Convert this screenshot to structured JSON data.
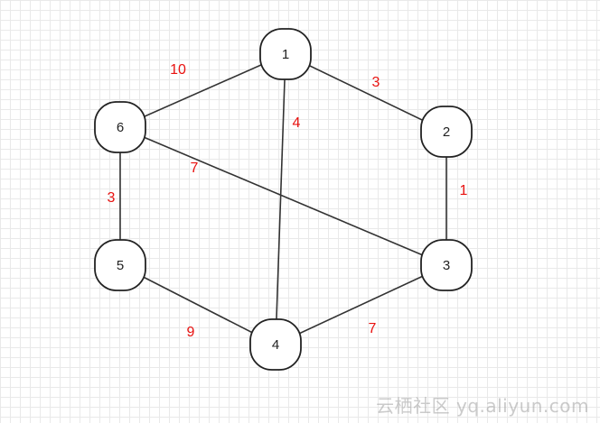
{
  "graph": {
    "nodes": [
      {
        "id": "1",
        "label": "1"
      },
      {
        "id": "2",
        "label": "2"
      },
      {
        "id": "3",
        "label": "3"
      },
      {
        "id": "4",
        "label": "4"
      },
      {
        "id": "5",
        "label": "5"
      },
      {
        "id": "6",
        "label": "6"
      }
    ],
    "edges": [
      {
        "from": "1",
        "to": "6",
        "weight": "10"
      },
      {
        "from": "1",
        "to": "2",
        "weight": "3"
      },
      {
        "from": "1",
        "to": "4",
        "weight": "4"
      },
      {
        "from": "6",
        "to": "3",
        "weight": "7"
      },
      {
        "from": "6",
        "to": "5",
        "weight": "3"
      },
      {
        "from": "2",
        "to": "3",
        "weight": "1"
      },
      {
        "from": "5",
        "to": "4",
        "weight": "9"
      },
      {
        "from": "4",
        "to": "3",
        "weight": "7"
      }
    ]
  },
  "colors": {
    "edge": "#333333",
    "weight": "#e8110f",
    "node_border": "#222222",
    "grid": "#e9e9e9"
  },
  "watermark": "云栖社区 yq.aliyun.com"
}
